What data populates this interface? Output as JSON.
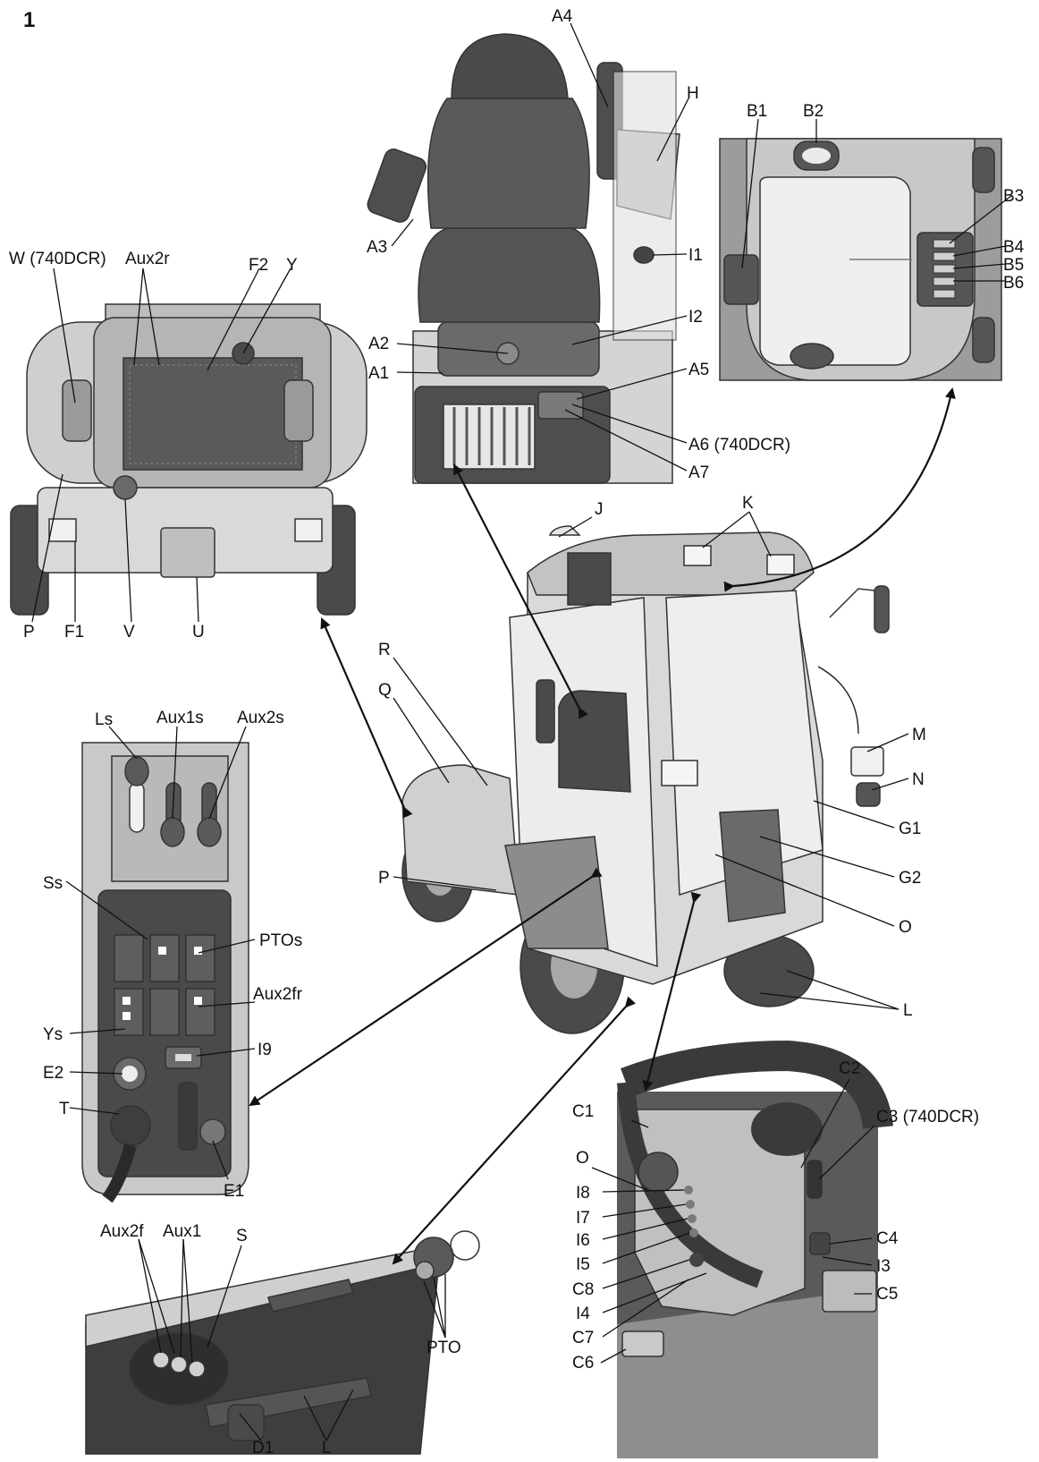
{
  "figure_number": "1",
  "colors": {
    "dark": "#4a4a4a",
    "mid": "#8a8a8a",
    "light": "#c9c9c9",
    "pale": "#e2e2e2",
    "ink": "#111111"
  },
  "views": {
    "rear": [
      "W (740DCR)",
      "Aux2r",
      "F2",
      "Y",
      "P",
      "F1",
      "V",
      "U"
    ],
    "seat": [
      "A4",
      "H",
      "A3",
      "I1",
      "I2",
      "A2",
      "A1",
      "A5",
      "A6 (740DCR)",
      "A7"
    ],
    "battery": [
      "B1",
      "B2",
      "B3",
      "B4",
      "B5",
      "B6"
    ],
    "machine": [
      "J",
      "K",
      "R",
      "Q",
      "M",
      "N",
      "G1",
      "G2",
      "P",
      "O",
      "L"
    ],
    "control_panel": [
      "Ls",
      "Aux1s",
      "Aux2s",
      "Ss",
      "PTOs",
      "Aux2fr",
      "Ys",
      "I9",
      "E2",
      "T",
      "E1"
    ],
    "dashboard": [
      "C2",
      "C1",
      "C3 (740DCR)",
      "O",
      "I8",
      "I7",
      "I6",
      "I5",
      "C4",
      "I3",
      "C8",
      "C5",
      "I4",
      "C7",
      "C6"
    ],
    "front_linkage": [
      "Aux2f",
      "Aux1",
      "S",
      "PTO",
      "D1",
      "L"
    ]
  }
}
